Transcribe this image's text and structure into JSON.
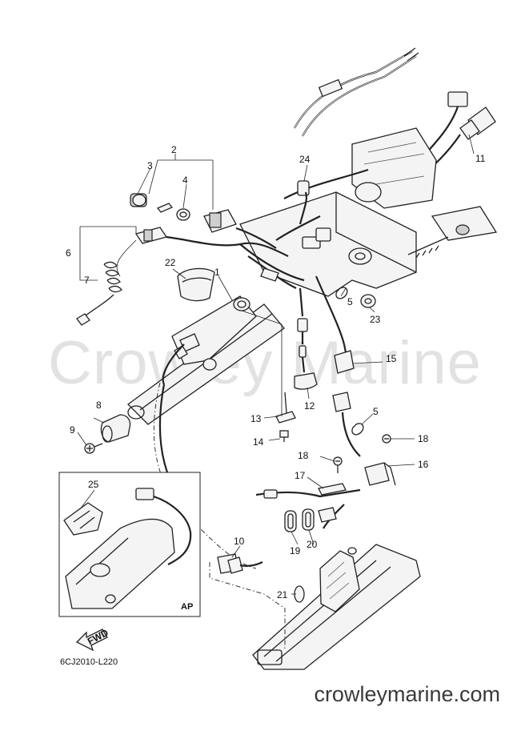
{
  "watermark": "Crowley Marine",
  "footer_url": "crowleymarine.com",
  "diagram_code": "6CJ2010-L220",
  "inset_tag": "AP",
  "fwd_label": "FWD",
  "callouts": [
    {
      "id": "c1",
      "text": "1"
    },
    {
      "id": "c2",
      "text": "2"
    },
    {
      "id": "c3",
      "text": "3"
    },
    {
      "id": "c4",
      "text": "4"
    },
    {
      "id": "c5a",
      "text": "5"
    },
    {
      "id": "c5b",
      "text": "5"
    },
    {
      "id": "c6",
      "text": "6"
    },
    {
      "id": "c7",
      "text": "7"
    },
    {
      "id": "c8",
      "text": "8"
    },
    {
      "id": "c9",
      "text": "9"
    },
    {
      "id": "c10",
      "text": "10"
    },
    {
      "id": "c11",
      "text": "11"
    },
    {
      "id": "c12",
      "text": "12"
    },
    {
      "id": "c13",
      "text": "13"
    },
    {
      "id": "c14",
      "text": "14"
    },
    {
      "id": "c15",
      "text": "15"
    },
    {
      "id": "c16",
      "text": "16"
    },
    {
      "id": "c17",
      "text": "17"
    },
    {
      "id": "c18a",
      "text": "18"
    },
    {
      "id": "c18b",
      "text": "18"
    },
    {
      "id": "c19",
      "text": "19"
    },
    {
      "id": "c20",
      "text": "20"
    },
    {
      "id": "c21",
      "text": "21"
    },
    {
      "id": "c22",
      "text": "22"
    },
    {
      "id": "c23",
      "text": "23"
    },
    {
      "id": "c24",
      "text": "24"
    },
    {
      "id": "c25",
      "text": "25"
    }
  ]
}
